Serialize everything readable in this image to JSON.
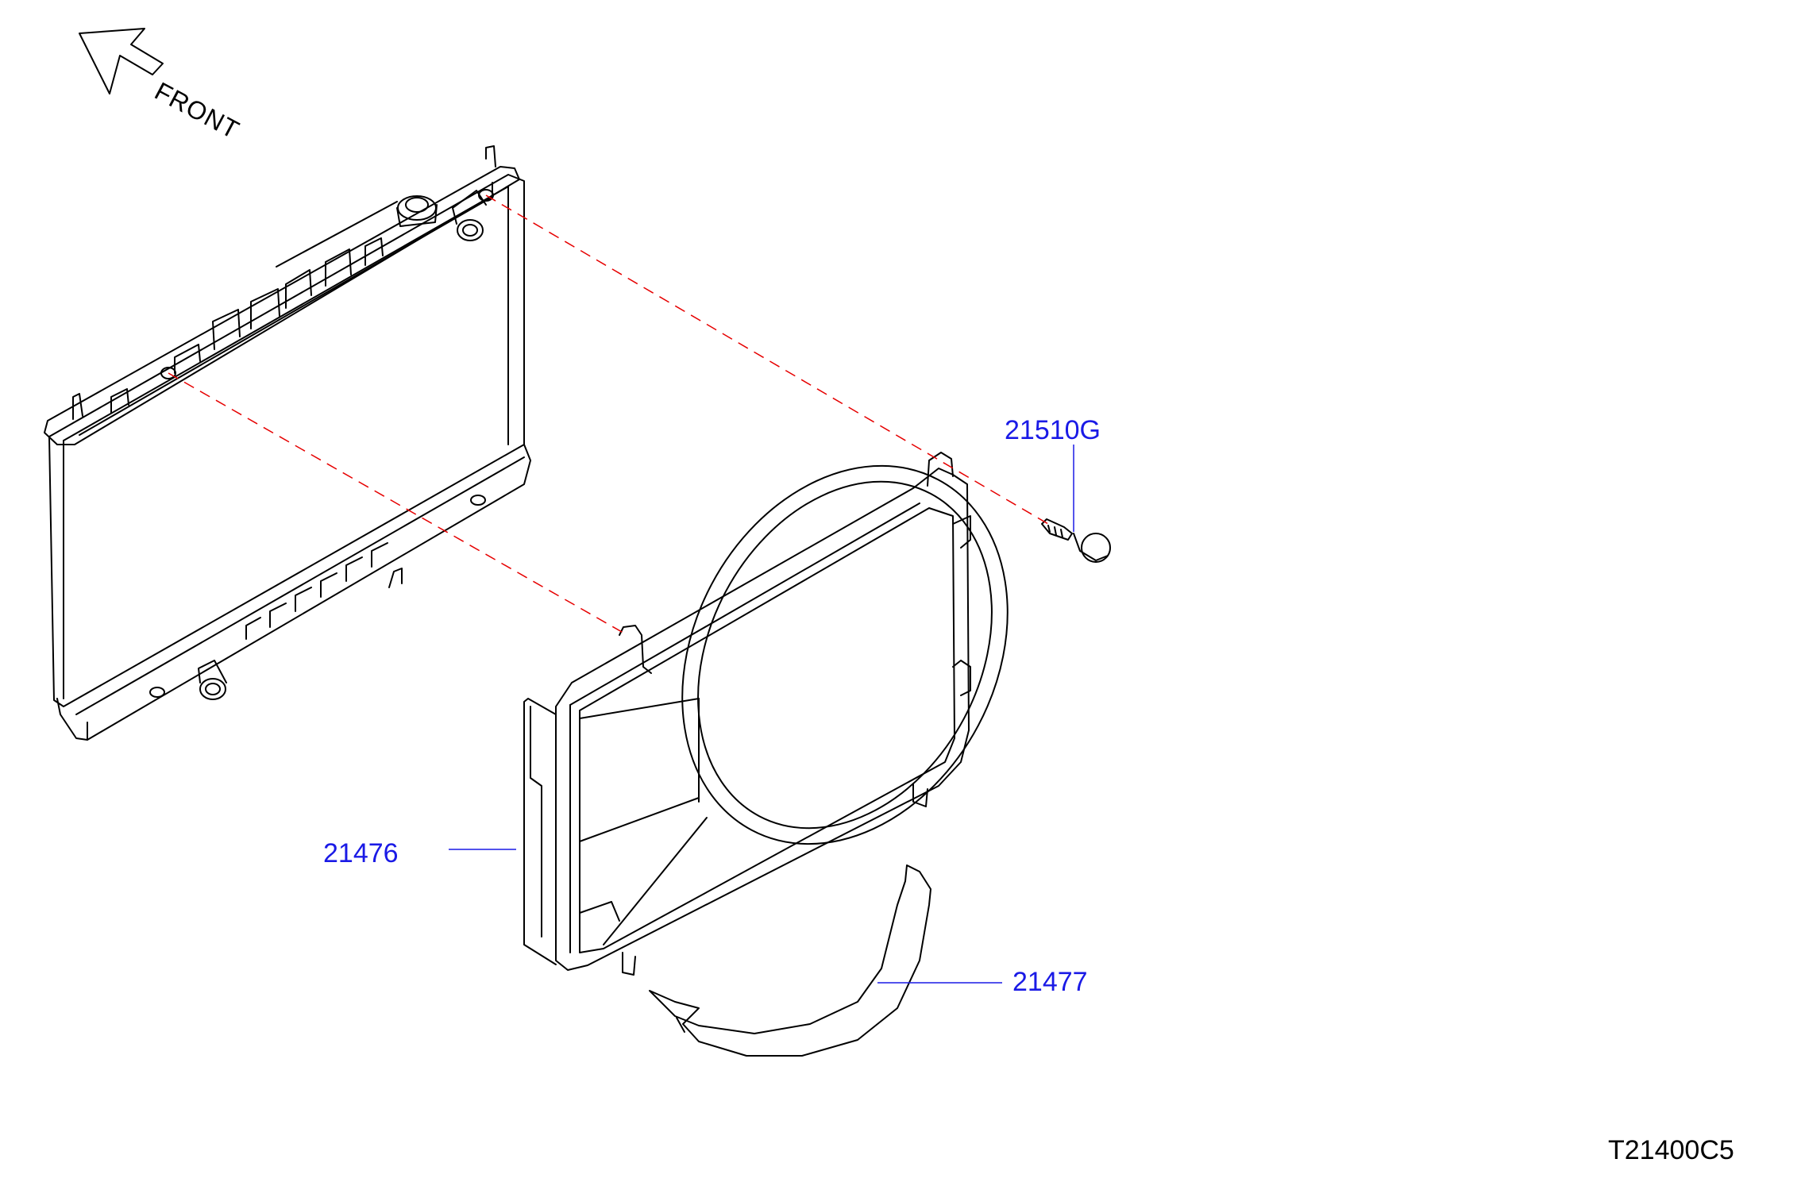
{
  "orientation": {
    "label": "FRONT"
  },
  "callouts": [
    {
      "id": "21510G"
    },
    {
      "id": "21476"
    },
    {
      "id": "21477"
    }
  ],
  "drawing_code": "T21400C5",
  "colors": {
    "line": "#000000",
    "label": "#1a1ae6",
    "guide": "#e60000",
    "leader": "#1a1ae6"
  }
}
